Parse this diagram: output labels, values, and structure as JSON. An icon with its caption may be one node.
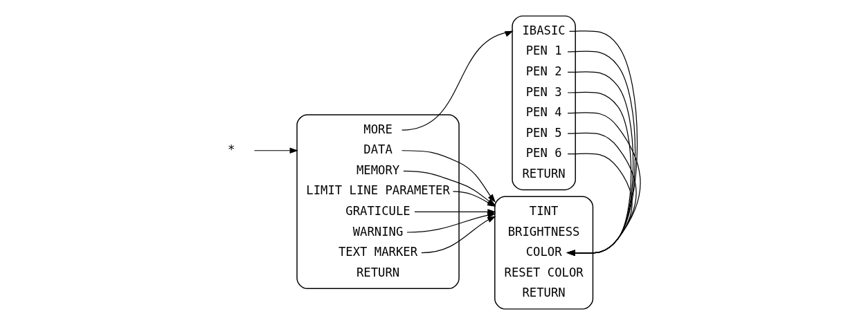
{
  "diagram": {
    "nodes": [
      {
        "text": [
          "*"
        ]
      },
      {
        "text": [],
        "shape": "box"
      },
      {
        "text": [
          "DATA"
        ],
        "in": 1
      },
      {
        "text": [
          "MEMORY"
        ],
        "in": 1
      },
      {
        "text": [
          "LIMIT LINE PARAMETER"
        ],
        "in": 1
      },
      {
        "text": [
          "GRATICULE"
        ],
        "in": 1
      },
      {
        "text": [
          "WARNING"
        ],
        "in": 1
      },
      {
        "text": [
          "TEXT MARKER"
        ],
        "in": 1
      },
      {
        "text": [
          "MORE"
        ],
        "in": 1
      },
      {
        "text": [
          "RETURN"
        ],
        "in": 1
      },
      {
        "text": [],
        "shape": "box"
      },
      {
        "text": [
          "TINT"
        ],
        "in": 10
      },
      {
        "text": [
          "BRIGHTNESS"
        ],
        "in": 10
      },
      {
        "text": [
          "COLOR"
        ],
        "in": 10
      },
      {
        "text": [
          "RESET COLOR"
        ],
        "in": 10
      },
      {
        "text": [
          "RETURN"
        ],
        "in": 10
      },
      {
        "text": [],
        "shape": "box"
      },
      {
        "text": [
          "IBASIC"
        ],
        "in": 16
      },
      {
        "text": [
          "PEN 1"
        ],
        "in": 16
      },
      {
        "text": [
          "PEN 2"
        ],
        "in": 16
      },
      {
        "text": [
          "PEN 3"
        ],
        "in": 16
      },
      {
        "text": [
          "PEN 4"
        ],
        "in": 16
      },
      {
        "text": [
          "PEN 5"
        ],
        "in": 16
      },
      {
        "text": [
          "PEN 6"
        ],
        "in": 16
      },
      {
        "text": [
          "RETURN"
        ],
        "in": 16
      }
    ],
    "edges": [
      {
        "from": 0,
        "to": 1,
        "arrow": "to"
      },
      {
        "from": 2,
        "to": 10,
        "arrow": "to"
      },
      {
        "from": 3,
        "to": 10,
        "arrow": "to"
      },
      {
        "from": 4,
        "to": 10,
        "arrow": "to"
      },
      {
        "from": 5,
        "to": 10,
        "arrow": "to"
      },
      {
        "from": 6,
        "to": 10,
        "arrow": "to"
      },
      {
        "from": 7,
        "to": 10,
        "arrow": "to"
      },
      {
        "from": 8,
        "to": 16,
        "arrow": "to"
      },
      {
        "from": 17,
        "to": 13,
        "arrow": "to"
      },
      {
        "from": 18,
        "to": 13,
        "arrow": "to"
      },
      {
        "from": 19,
        "to": 13,
        "arrow": "to"
      },
      {
        "from": 20,
        "to": 13,
        "arrow": "to"
      },
      {
        "from": 21,
        "to": 13,
        "arrow": "to"
      },
      {
        "from": 22,
        "to": 13,
        "arrow": "to"
      },
      {
        "from": 23,
        "to": 13,
        "arrow": "to"
      }
    ]
  }
}
